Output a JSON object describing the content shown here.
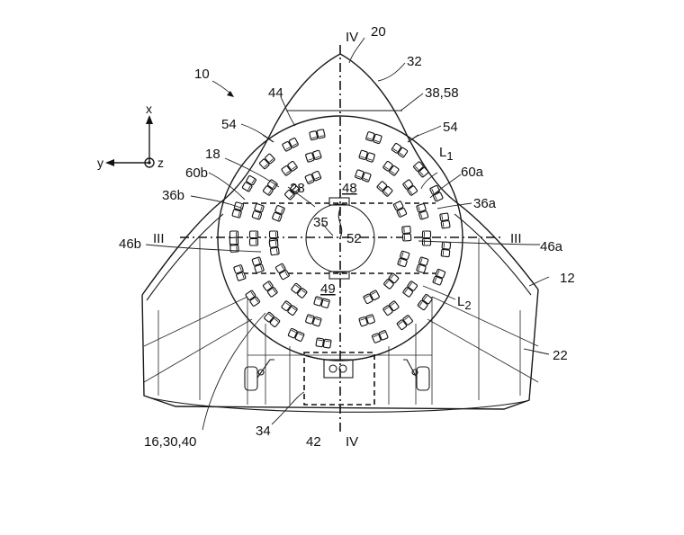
{
  "figure": {
    "labels": {
      "l10": "10",
      "l20": "20",
      "l32": "32",
      "l3858": "38,58",
      "l44": "44",
      "l54a": "54",
      "l54b": "54",
      "l18": "18",
      "l60b": "60b",
      "l60a": "60a",
      "l36b": "36b",
      "l36a": "36a",
      "l28": "28",
      "l48": "48",
      "l35": "35",
      "l52": "52",
      "l46b": "46b",
      "l46a": "46a",
      "l49": "49",
      "l12": "12",
      "l22": "22",
      "l163040": "16,30,40",
      "l34": "34",
      "l42": "42",
      "sec_top": "IV",
      "sec_bottom": "IV",
      "sec_left": "III",
      "sec_right": "III",
      "L1": "L",
      "L1_sub": "1",
      "L2": "L",
      "L2_sub": "2"
    },
    "axes": {
      "x": "x",
      "y": "y",
      "z": "z"
    }
  }
}
